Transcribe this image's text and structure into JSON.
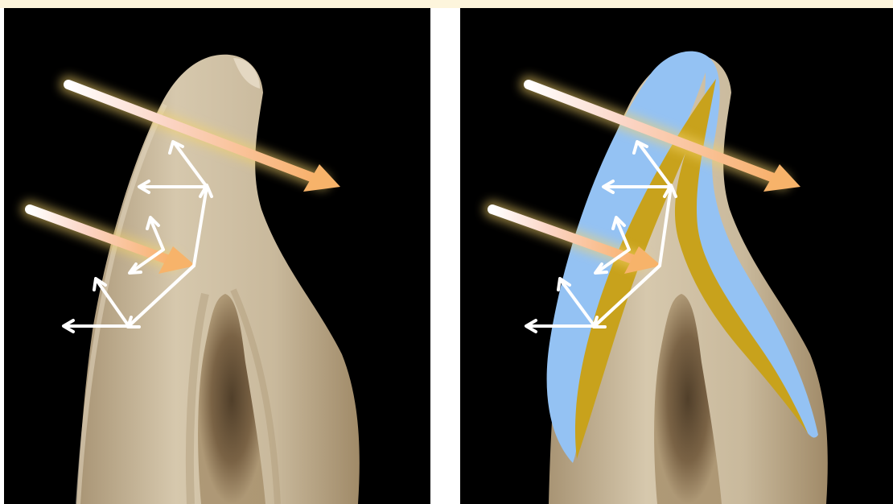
{
  "figure": {
    "panels": [
      {
        "name": "plain-tooth",
        "layers": [
          "tooth-section",
          "light-rays",
          "scatter-arrows"
        ]
      },
      {
        "name": "tooth-with-enamel-dentin-overlay",
        "layers": [
          "tooth-section",
          "enamel-layer",
          "dentin-layer",
          "light-rays",
          "scatter-arrows"
        ]
      }
    ],
    "colors": {
      "background": "#000000",
      "tooth": "#cdbfa4",
      "tooth_shadow": "#8a7453",
      "enamel": "#94c2f3",
      "dentin": "#c8a21c",
      "ray_start": "#ffffff",
      "ray_end": "#f7b36a",
      "ray_glow": "#f5d36b",
      "scatter_arrow": "#ffffff"
    }
  }
}
